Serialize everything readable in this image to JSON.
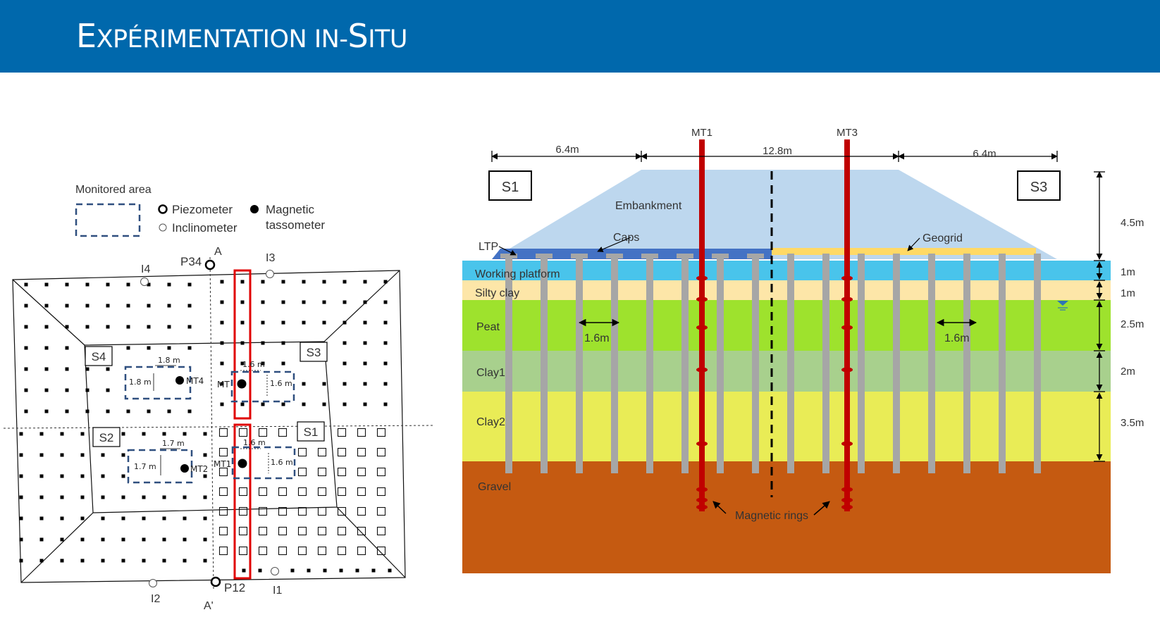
{
  "slide": {
    "title_initial": "E",
    "title_rest": "XPÉRIMENTATION IN-",
    "title_initial2": "S",
    "title_rest2": "ITU",
    "header_color": "#0068ac"
  },
  "plan": {
    "legend": {
      "monitored_area": "Monitored area",
      "piezometer": "Piezometer",
      "inclinometer": "Inclinometer",
      "magnetic": "Magnetic",
      "tassometer": "tassometer"
    },
    "zones": [
      "S4",
      "S3",
      "S2",
      "S1"
    ],
    "instruments": {
      "p34": "P34",
      "p12": "P12",
      "i1": "I1",
      "i2": "I2",
      "i3": "I3",
      "i4": "I4",
      "a": "A",
      "a_prime": "A'",
      "mt1": "MT1",
      "mt2": "MT2",
      "mt3": "MT",
      "mt4": "MT4"
    },
    "spacings": {
      "s4_h": "1.8 m",
      "s4_v": "1.8 m",
      "s3_h": "1.6 m",
      "s3_v": "1.6 m",
      "s2_h": "1.7 m",
      "s2_v": "1.7 m",
      "s1_h": "1.6 m",
      "s1_v": "1.6 m"
    }
  },
  "section": {
    "dims_top": [
      "6.4m",
      "12.8m",
      "6.4m"
    ],
    "mt_labels": [
      "MT1",
      "MT3"
    ],
    "boxes": [
      "S1",
      "S3"
    ],
    "embankment": "Embankment",
    "caps": "Caps",
    "geogrid": "Geogrid",
    "ltp": "LTP",
    "layers": [
      "Working platform",
      "Silty clay",
      "Peat",
      "Clay1",
      "Clay2",
      "Gravel"
    ],
    "thickness": [
      "4.5m",
      "1m",
      "1m",
      "2.5m",
      "2m",
      "3.5m"
    ],
    "spacing_left": "1.6m",
    "spacing_right": "1.6m",
    "magnetic_rings": "Magnetic rings",
    "colors": {
      "embankment": "#bdd7ee",
      "working_platform": "#49c4eb",
      "silty_clay": "#fde6a8",
      "peat": "#9ee22d",
      "clay1": "#a8d08d",
      "clay2": "#e9ec56",
      "gravel": "#c55a11",
      "pile": "#a6a6a6",
      "rod": "#c00000",
      "ltp": "#4472c4",
      "geogrid": "#ffd966"
    }
  }
}
